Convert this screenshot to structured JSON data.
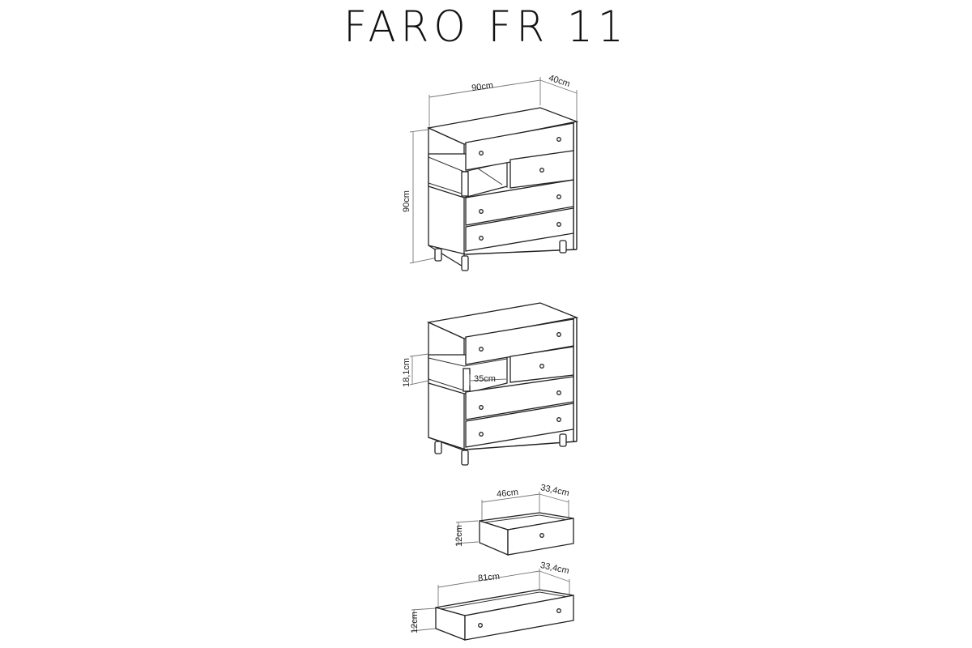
{
  "title": "FARO FR 11",
  "views": {
    "overall": {
      "width_label": "90cm",
      "depth_label": "40cm",
      "height_label": "90cm"
    },
    "shelf": {
      "height_label": "18,1cm",
      "width_label": "35cm"
    },
    "small_drawer": {
      "width_label": "46cm",
      "depth_label": "33,4cm",
      "height_label": "12cm"
    },
    "large_drawer": {
      "width_label": "81cm",
      "depth_label": "33,4cm",
      "height_label": "12cm"
    }
  }
}
